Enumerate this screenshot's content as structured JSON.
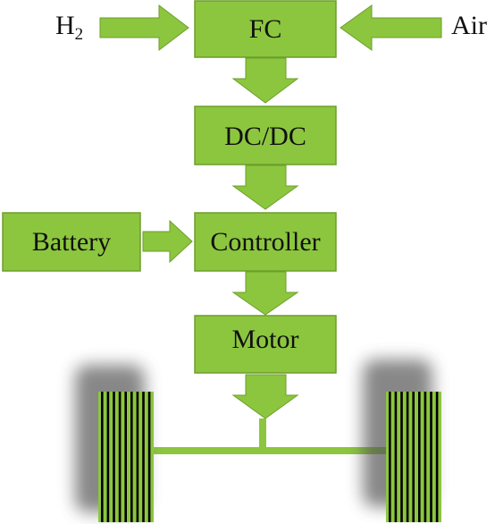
{
  "colors": {
    "block_fill": "#8cc63f",
    "block_stroke": "#6d9e2a",
    "arrow_fill": "#8cc63f",
    "tire_fill": "#8cc63f",
    "tread_color": "#000000",
    "axle_color": "#8cc63f"
  },
  "inputs": {
    "hydrogen_base": "H",
    "hydrogen_subscript": "2",
    "air": "Air"
  },
  "blocks": {
    "fc": "FC",
    "dcdc": "DC/DC",
    "battery": "Battery",
    "controller": "Controller",
    "motor": "Motor"
  },
  "icons": {
    "down_arrow": "down-arrow-icon",
    "right_arrow": "right-arrow-icon",
    "left_arrow": "left-arrow-icon",
    "wheel": "wheel-icon"
  }
}
